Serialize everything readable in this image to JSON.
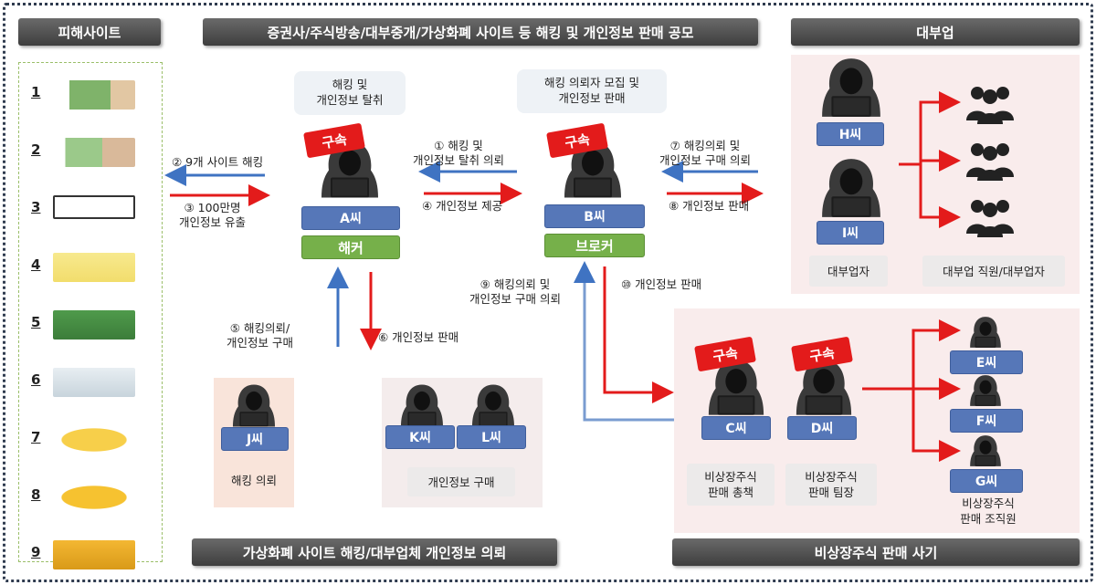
{
  "headers": {
    "victim_sites": "피해사이트",
    "main_title": "증권사/주식방송/대부중개/가상화폐 사이트 등 해킹 및 개인정보 판매 공모",
    "loan_business": "대부업",
    "bottom_left": "가상화폐 사이트 해킹/대부업체 개인정보 의뢰",
    "bottom_right": "비상장주식 판매 사기"
  },
  "sites": [
    "1",
    "2",
    "3",
    "4",
    "5",
    "6",
    "7",
    "8",
    "9"
  ],
  "bubbles": {
    "a": "해킹 및\n개인정보 탈취",
    "b": "해킹 의뢰자 모집  및\n개인정보 판매"
  },
  "stamp": "구속",
  "persons": {
    "a": "A씨",
    "b": "B씨",
    "c": "C씨",
    "d": "D씨",
    "e": "E씨",
    "f": "F씨",
    "g": "G씨",
    "h": "H씨",
    "i": "I씨",
    "j": "J씨",
    "k": "K씨",
    "l": "L씨"
  },
  "roles": {
    "hacker": "해커",
    "broker": "브로커"
  },
  "arrows": {
    "a2": "② 9개 사이트 해킹",
    "a3": "③ 100만명\n개인정보 유출",
    "a1": "① 해킹 및\n개인정보 탈취 의뢰",
    "a4": "④ 개인정보 제공",
    "a7": "⑦ 해킹의뢰 및\n개인정보 구매 의뢰",
    "a8": "⑧ 개인정보 판매",
    "a5": "⑤ 해킹의뢰/\n개인정보 구매",
    "a6": "⑥ 개인정보 판매",
    "a9": "⑨ 해킹의뢰 및\n개인정보 구매 의뢰",
    "a10": "⑩ 개인정보 판매"
  },
  "captions": {
    "loan_operator": "대부업자",
    "loan_staff": "대부업 직원/대부업자",
    "hack_request": "해킹 의뢰",
    "info_purchase": "개인정보 구매",
    "c_role": "비상장주식\n판매 총책",
    "d_role": "비상장주식\n판매 팀장",
    "g_role": "비상장주식\n판매 조직원"
  },
  "colors": {
    "arrow_red": "#e31b1b",
    "arrow_blue": "#3f73c2",
    "name_blue": "#5677b8",
    "role_green": "#76b04a"
  }
}
